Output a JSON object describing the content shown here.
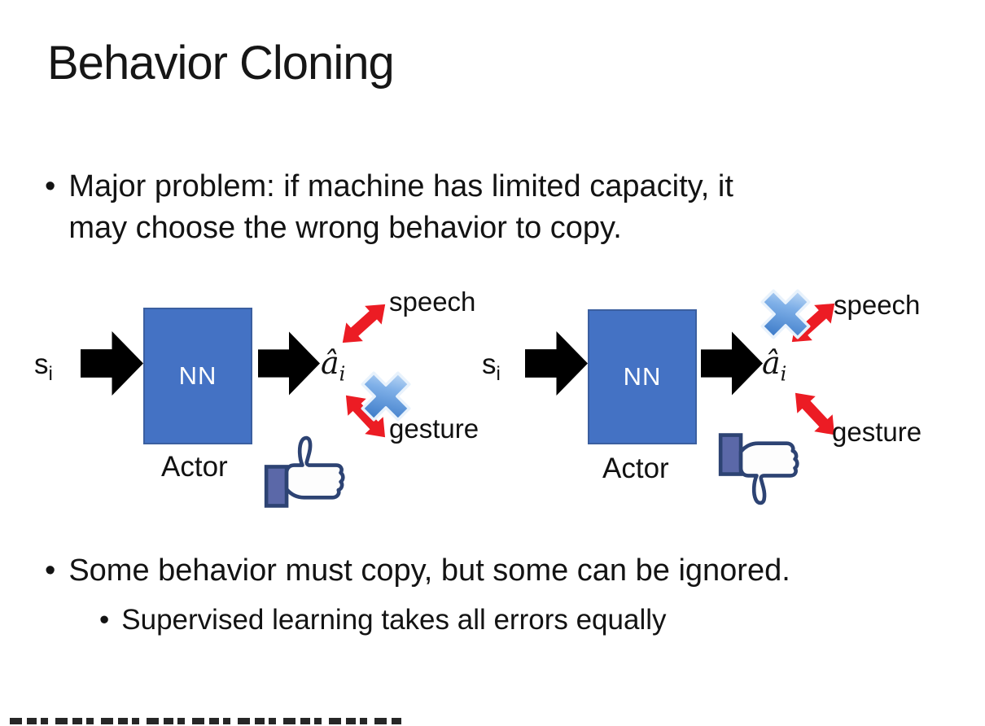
{
  "slide": {
    "title": "Behavior Cloning",
    "bullets": {
      "marker": "•",
      "b1": {
        "l1": "Major problem: if machine has limited capacity, it",
        "l2": "may choose the wrong behavior to copy."
      },
      "b2": "Some behavior must copy, but some can be ignored.",
      "b2_sub": "Supervised learning takes all errors equally"
    },
    "diagram": {
      "input_label": "s",
      "input_sub": "i",
      "nn_label": "NN",
      "actor_label": "Actor",
      "output_label": "â",
      "output_sub": "i",
      "speech_label": "speech",
      "gesture_label": "gesture"
    },
    "colors": {
      "nn_fill": "#4472C4",
      "nn_border": "#3B5FA0",
      "flow_arrow": "#000000",
      "action_arrow_red": "#EC1C24",
      "x_mark_light": "#D9EAFB",
      "x_mark_dark": "#3E7CC9",
      "thumb_outline": "#2D4373",
      "thumb_cuff": "#5B68A8",
      "text": "#1A1A1A"
    }
  }
}
